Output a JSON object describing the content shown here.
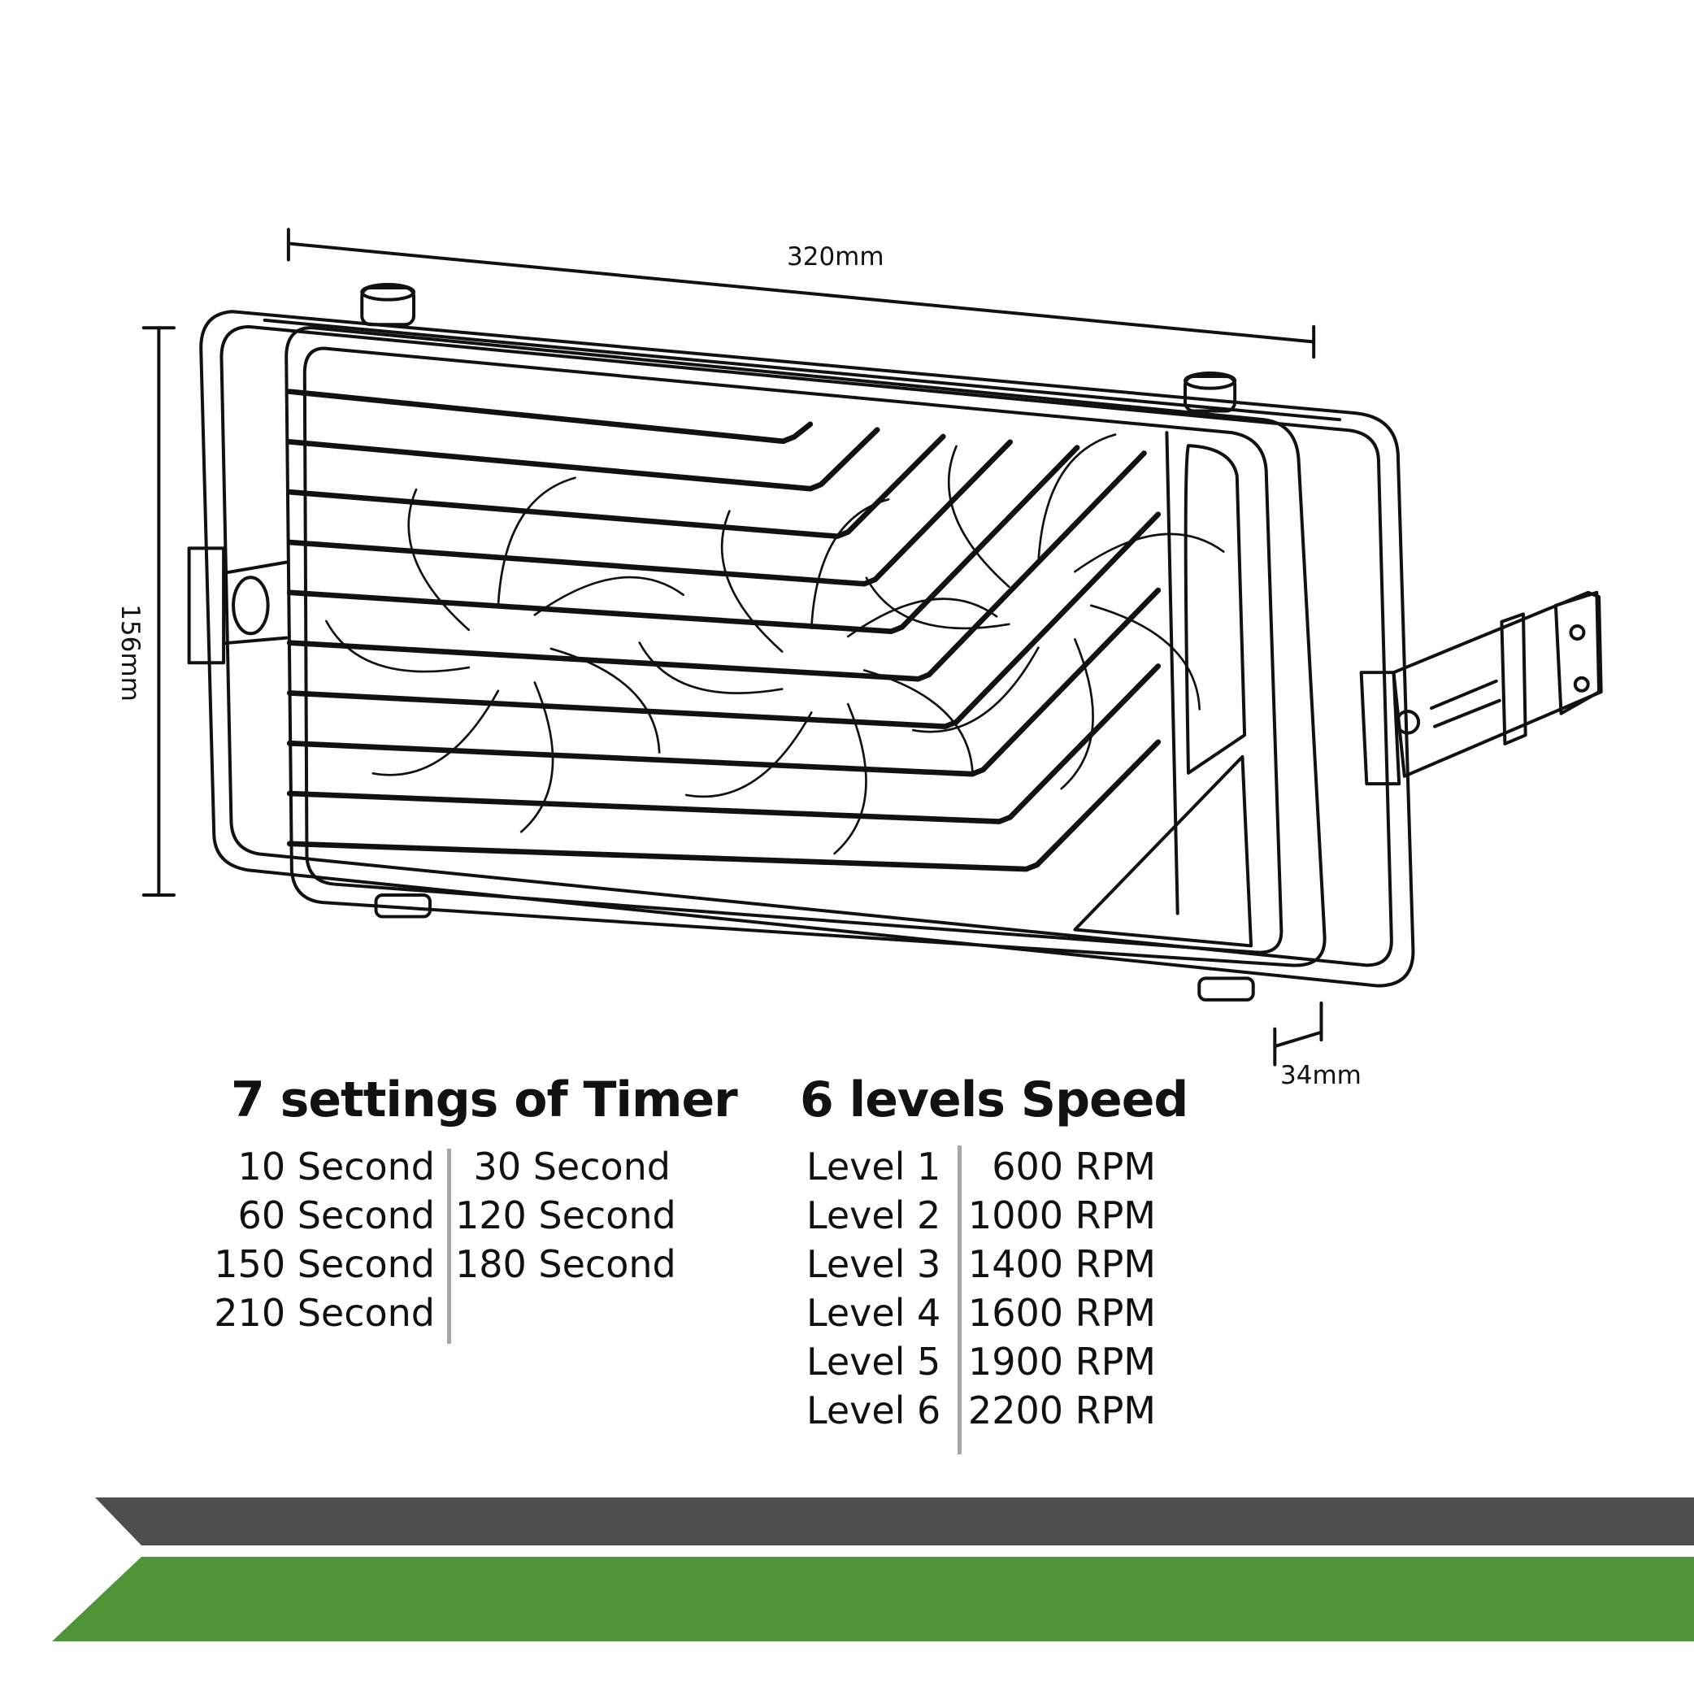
{
  "dimensions": {
    "length": "320mm",
    "height": "156mm",
    "depth": "34mm"
  },
  "timer": {
    "title": "7 settings of Timer",
    "left_column": [
      "10 Second",
      "60 Second",
      "150 Second",
      "210 Second"
    ],
    "right_column": [
      "30 Second",
      "120 Second",
      "180 Second"
    ]
  },
  "speed": {
    "title": "6 levels Speed",
    "levels": [
      "Level 1",
      "Level 2",
      "Level 3",
      "Level 4",
      "Level 5",
      "Level 6"
    ],
    "rpm": [
      "600 RPM",
      "1000 RPM",
      "1400 RPM",
      "1600 RPM",
      "1900 RPM",
      "2200 RPM"
    ]
  },
  "colors": {
    "dark_band": "#4e4e4e",
    "green_band": "#4f9437",
    "divider": "#a6a6a6"
  }
}
